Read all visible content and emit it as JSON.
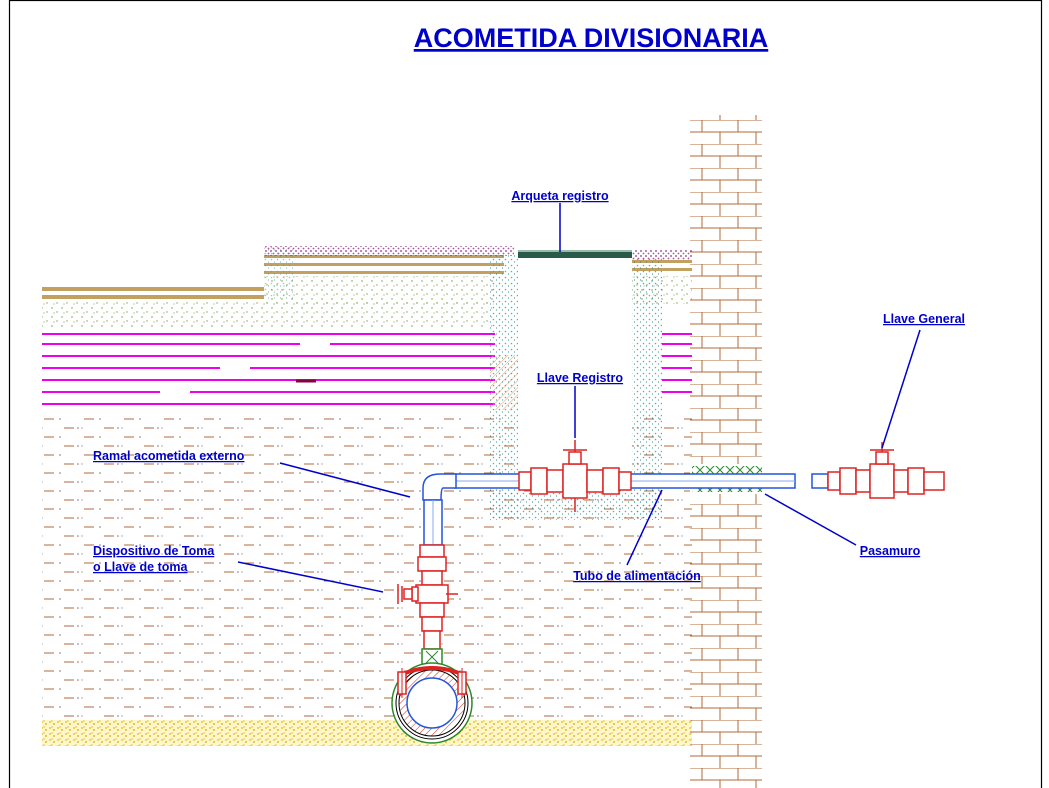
{
  "title": "ACOMETIDA DIVISIONARIA",
  "labels": {
    "arqueta": "Arqueta registro",
    "llave_registro": "Llave Registro",
    "llave_general": "Llave General",
    "ramal": "Ramal acometida externo",
    "dispositivo_1": "Dispositivo de Toma",
    "dispositivo_2": "o Llave de toma",
    "tubo": "Tubo de alimentación",
    "pasamuro": "Pasamuro"
  },
  "colors": {
    "label_text": "#0000cc",
    "pipe": "#2255dd",
    "valve": "#dd2222",
    "brick": "#b06a3a",
    "sleeve_hatch": "#2a8a2a",
    "topsoil": "#c2a060",
    "asphalt_layers": "#ee00ee",
    "gravel_bed": "#e6c020",
    "concrete_dots": "#2aa8a8"
  }
}
